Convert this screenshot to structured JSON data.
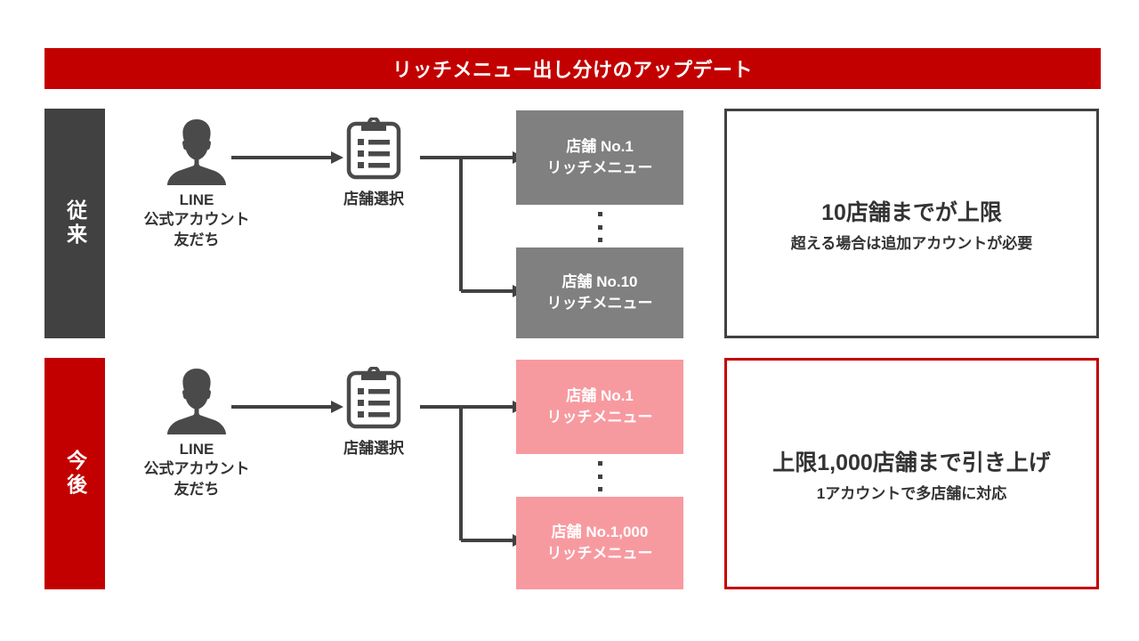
{
  "title": {
    "text": "リッチメニュー出し分けのアップデート",
    "background_color": "#C30000",
    "text_color": "#FFFFFF"
  },
  "rows": [
    {
      "key": "before",
      "side_label": "従来",
      "side_color": "#414141",
      "person": {
        "icon": "person-silhouette-icon",
        "caption_line1": "LINE",
        "caption_line2": "公式アカウント",
        "caption_line3": "友だち"
      },
      "selector": {
        "icon": "clipboard-list-icon",
        "caption": "店舗選択"
      },
      "menus": [
        {
          "line1": "店舗 No.1",
          "line2": "リッチメニュー"
        },
        {
          "line1": "店舗 No.10",
          "line2": "リッチメニュー"
        }
      ],
      "menu_color": "#808080",
      "ellipsis": "⋮",
      "info": {
        "headline": "10店舗までが上限",
        "sub": "超える場合は追加アカウントが必要",
        "border_color": "#414141"
      }
    },
    {
      "key": "after",
      "side_label": "今後",
      "side_color": "#C30000",
      "person": {
        "icon": "person-silhouette-icon",
        "caption_line1": "LINE",
        "caption_line2": "公式アカウント",
        "caption_line3": "友だち"
      },
      "selector": {
        "icon": "clipboard-list-icon",
        "caption": "店舗選択"
      },
      "menus": [
        {
          "line1": "店舗 No.1",
          "line2": "リッチメニュー"
        },
        {
          "line1": "店舗 No.1,000",
          "line2": "リッチメニュー"
        }
      ],
      "menu_color": "#F79AA0",
      "ellipsis": "⋮",
      "info": {
        "headline": "上限1,000店舗まで引き上げ",
        "sub": "1アカウントで多店舗に対応",
        "border_color": "#C30000"
      }
    }
  ],
  "colors": {
    "brand_red": "#C30000",
    "dark": "#414141",
    "gray_menu": "#808080",
    "pink_menu": "#F79AA0",
    "text": "#333333",
    "background": "#FFFFFF"
  }
}
